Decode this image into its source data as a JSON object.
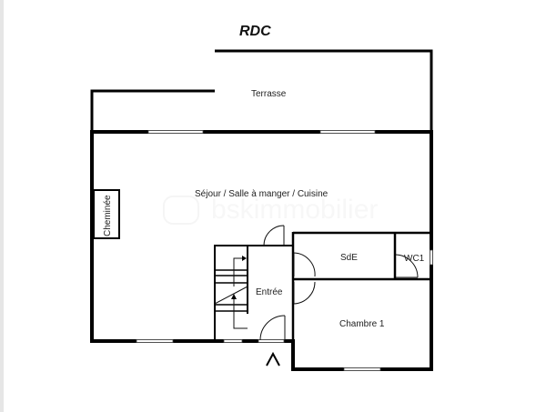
{
  "plan": {
    "title": "RDC",
    "watermark": "bskimmobilier",
    "rooms": [
      {
        "id": "terrasse",
        "label": "Terrasse"
      },
      {
        "id": "sejour",
        "label": "Séjour / Salle à manger / Cuisine"
      },
      {
        "id": "cheminee",
        "label": "Cheminée"
      },
      {
        "id": "sde",
        "label": "SdE"
      },
      {
        "id": "wc1",
        "label": "WC1"
      },
      {
        "id": "entree",
        "label": "Entrée"
      },
      {
        "id": "chambre1",
        "label": "Chambre 1"
      }
    ],
    "entrance_marker": "^",
    "colors": {
      "wall": "#000000",
      "background": "#ffffff",
      "text": "#222222"
    }
  }
}
